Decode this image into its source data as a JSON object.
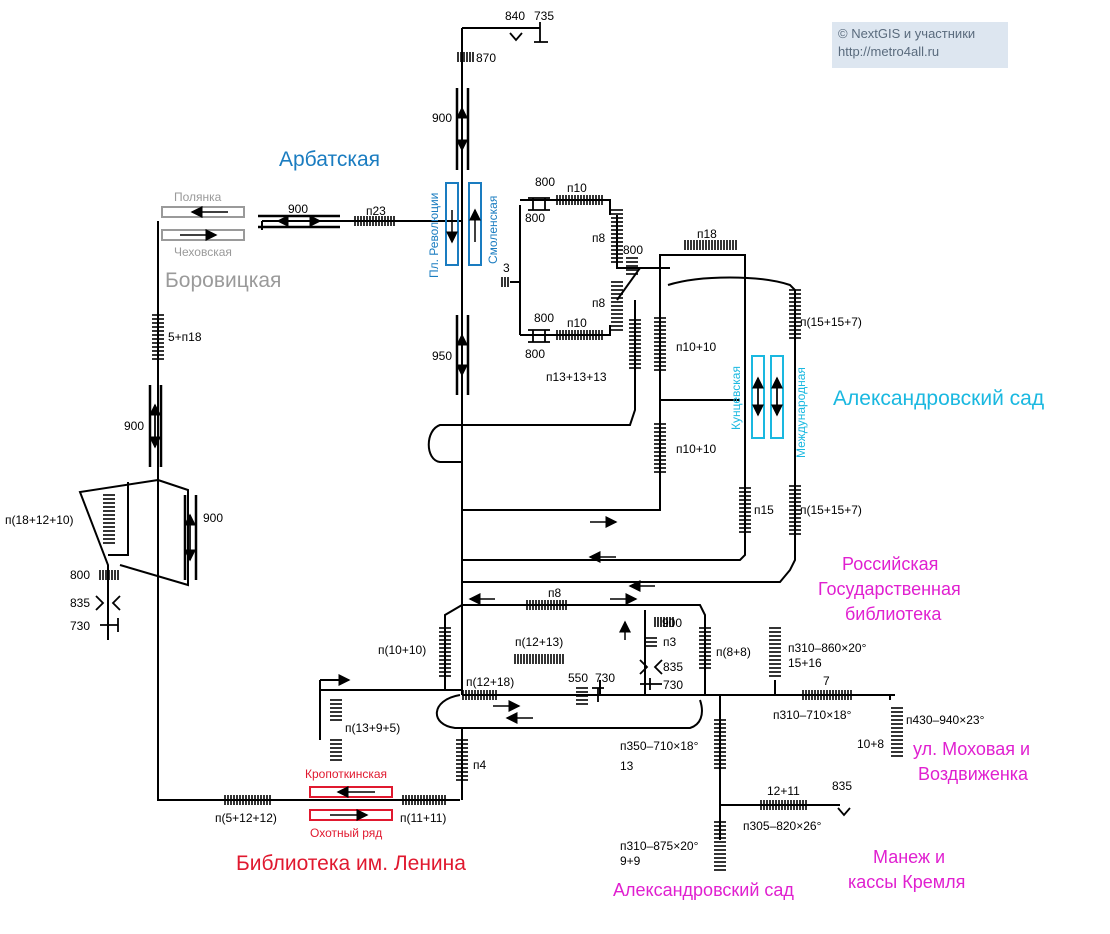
{
  "credit": {
    "line1": "© NextGIS и участники",
    "line2": "http://metro4all.ru"
  },
  "colors": {
    "arbatskaya": "#1a7cc0",
    "aleksandrovsky_sad": "#1ab8e0",
    "borovitskaya": "#9a9a9a",
    "biblioteka": "#e0192f",
    "exits": "#e020d0",
    "track": "#000000"
  },
  "stations": {
    "arbatskaya": {
      "name": "Арбатская",
      "platform_left": "Пл. Революции",
      "platform_right": "Смоленская"
    },
    "aleksandrovsky_sad": {
      "name": "Александровский сад",
      "platform_left": "Кунцевская",
      "platform_right": "Международная"
    },
    "borovitskaya": {
      "name": "Боровицкая",
      "platform_top": "Полянка",
      "platform_bottom": "Чеховская"
    },
    "biblioteka": {
      "name": "Библиотека им. Ленина",
      "platform_top": "Кропоткинская",
      "platform_bottom": "Охотный ряд"
    }
  },
  "exits": {
    "rgb": [
      "Российская",
      "Государственная",
      "библиотека"
    ],
    "mokhovaya": [
      "ул. Моховая и",
      "Воздвиженка"
    ],
    "manezh": [
      "Манеж и",
      "кассы Кремля"
    ],
    "aleksandrovsky_sad": "Александровский сад"
  },
  "labels": {
    "top_840": "840",
    "top_735": "735",
    "top_870": "870",
    "arb_900": "900",
    "arb_950": "950",
    "arb_n23": "п23",
    "arb_900_conn": "900",
    "loop_800_a": "800",
    "loop_800_b": "800",
    "loop_n10_a": "п10",
    "loop_n8_a": "п8",
    "loop_800_c": "800",
    "loop_3": "3",
    "loop_n8_b": "п8",
    "loop_800_d": "800",
    "loop_n10_b": "п10",
    "loop_800_e": "800",
    "loop_n13": "п13+13+13",
    "as_n18": "п18",
    "as_n15_a": "п(15+15+7)",
    "as_n10_a": "п10+10",
    "as_n10_b": "п10+10",
    "as_n15": "п15",
    "as_n15_b": "п(15+15+7)",
    "bor_5n18": "5+п18",
    "bor_900": "900",
    "bor_900_b": "900",
    "bor_n18": "п(18+12+10)",
    "bor_800": "800",
    "bor_835": "835",
    "bor_730": "730",
    "lib_n8": "п8",
    "lib_900": "900",
    "lib_n3": "п3",
    "lib_835": "835",
    "lib_730": "730",
    "lib_n10": "п(10+10)",
    "lib_n12_13": "п(12+13)",
    "lib_n12_18": "п(12+18)",
    "lib_550": "550",
    "lib_730_b": "730",
    "lib_n8_8": "п(8+8)",
    "lib_n13_9_5": "п(13+9+5)",
    "lib_n4": "п4",
    "lib_n5_12_12": "п(5+12+12)",
    "lib_n11_11": "п(11+11)",
    "ex_n310_860": "п310–860×20°",
    "ex_15_16": "15+16",
    "ex_7": "7",
    "ex_n310_710": "п310–710×18°",
    "ex_n430": "п430–940×23°",
    "ex_10_8": "10+8",
    "ex_n350": "п350–710×18°",
    "ex_13": "13",
    "ex_12_11": "12+11",
    "ex_835": "835",
    "ex_n305": "п305–820×26°",
    "ex_n310_875": "п310–875×20°",
    "ex_9_9": "9+9"
  }
}
